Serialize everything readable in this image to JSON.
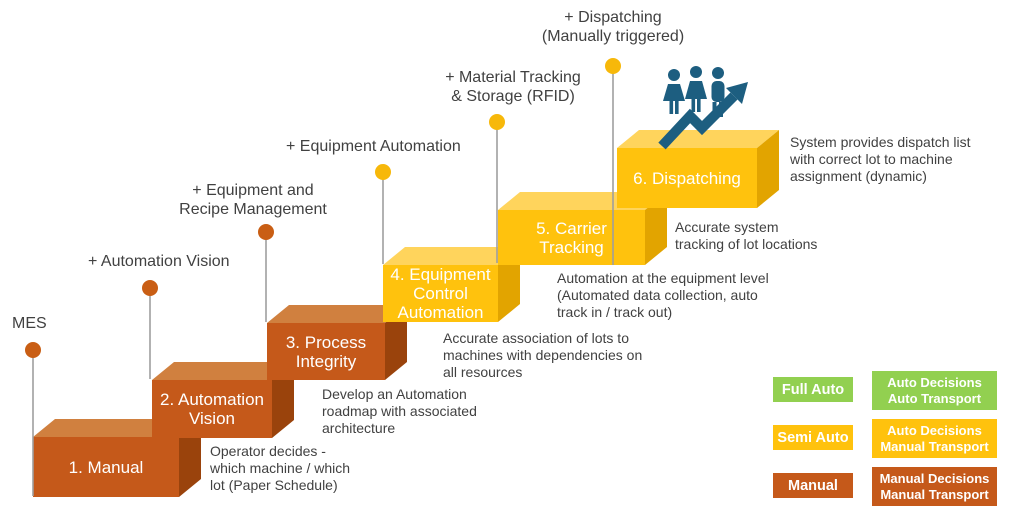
{
  "title": "Factory automation maturity staircase",
  "steps": [
    {
      "label": "1. Manual",
      "description": "Operator decides -\nwhich machine / which\nlot (Paper Schedule)"
    },
    {
      "label": "2. Automation\nVision",
      "description": "Develop an Automation\nroadmap with associated\narchitecture"
    },
    {
      "label": "3. Process\nIntegrity",
      "description": "Accurate association of lots to\nmachines with dependencies on\nall resources"
    },
    {
      "label": "4. Equipment\nControl\nAutomation",
      "description": "Automation at the equipment level\n(Automated data collection, auto\ntrack in / track out)"
    },
    {
      "label": "5. Carrier\nTracking",
      "description": "Accurate system\ntracking of lot locations"
    },
    {
      "label": "6. Dispatching",
      "description": "System provides dispatch list\nwith correct lot to machine\nassignment (dynamic)"
    }
  ],
  "pins": [
    {
      "label": "MES"
    },
    {
      "label": "+ Automation Vision"
    },
    {
      "label": "+ Equipment and\nRecipe Management"
    },
    {
      "label": "+ Equipment Automation"
    },
    {
      "label": "+ Material Tracking\n& Storage (RFID)"
    },
    {
      "label": "+ Dispatching\n(Manually triggered)"
    }
  ],
  "legend": {
    "rows": [
      {
        "label": "Full Auto",
        "description": "Auto Decisions\nAuto Transport",
        "color": "#92D050"
      },
      {
        "label": "Semi Auto",
        "description": "Auto Decisions\nManual Transport",
        "color": "#FFC20D"
      },
      {
        "label": "Manual",
        "description": "Manual Decisions\nManual Transport",
        "color": "#C5591A"
      }
    ]
  },
  "icons": {
    "growth_icon": "people-growth-arrow"
  },
  "colors": {
    "manual_front": "#C5591A",
    "manual_top": "#D0803F",
    "manual_side": "#9A430C",
    "semi_front": "#FFC20D",
    "semi_top": "#FFD45C",
    "semi_side": "#E2A400",
    "full_auto_green": "#92D050",
    "pin_orange": "#C95E14",
    "pin_yellow": "#F7B80A",
    "stem_gray": "#9E9E9E",
    "icon_teal": "#1D5E80",
    "text_dark": "#414141",
    "step_text": "#FFFFFF",
    "background": "#FFFFFF"
  }
}
